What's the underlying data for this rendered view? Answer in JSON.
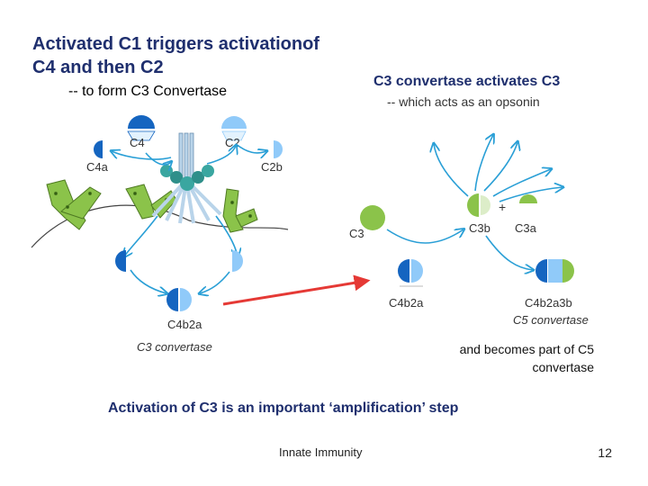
{
  "left": {
    "title": "Activated C1 triggers activationof C4 and then C2",
    "subtitle": "-- to form C3 Convertase"
  },
  "right": {
    "title": "C3 convertase activates C3",
    "subtitle": "-- which acts as an opsonin",
    "note": "and becomes part of C5 convertase"
  },
  "diagram_left": {
    "c4": "C4",
    "c2": "C2",
    "c4a": "C4a",
    "c2b": "C2b",
    "c4b2a": "C4b2a",
    "c3_convertase": "C3 convertase"
  },
  "diagram_right": {
    "c3": "C3",
    "plus": "+",
    "c3b": "C3b",
    "c3a": "C3a",
    "c4b2a": "C4b2a",
    "c4b2a3b": "C4b2a3b",
    "c5_convertase": "C5 convertase"
  },
  "footer": {
    "emphasis": "Activation of C3 is an important ‘amplification’ step",
    "course": "Innate Immunity",
    "page": "12"
  },
  "colors": {
    "heading": "#1f2f6e",
    "arrow_blue": "#2a9fd6",
    "c4_blue": "#1565c0",
    "c2_light_blue": "#90caf9",
    "c3_green": "#8bc34a",
    "red_arrow": "#e53935"
  }
}
